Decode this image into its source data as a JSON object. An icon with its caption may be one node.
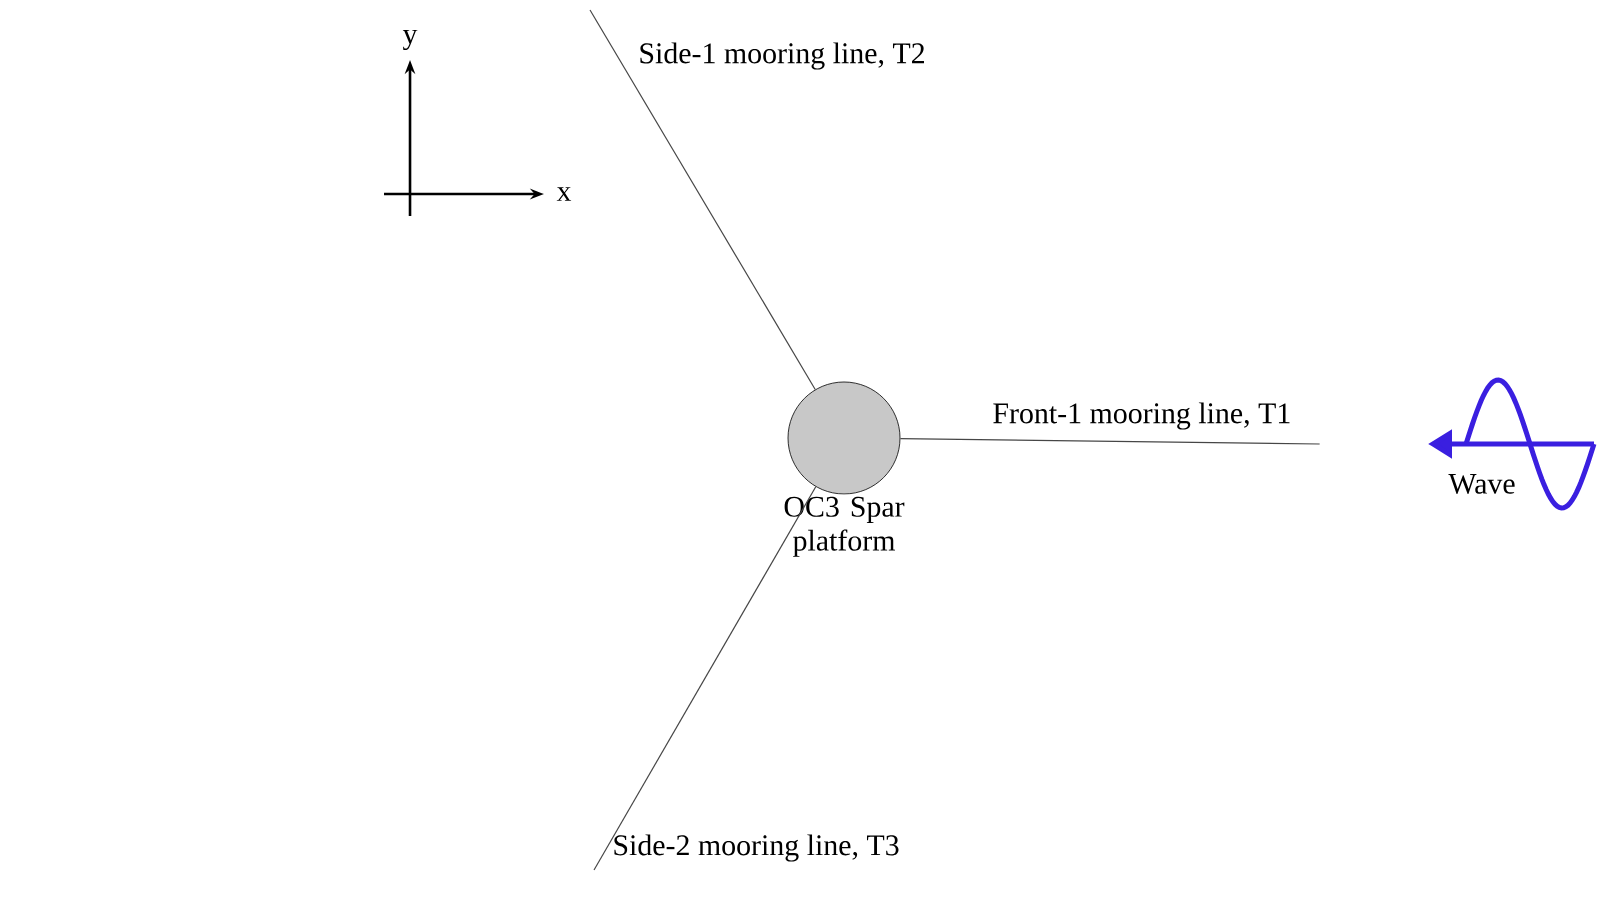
{
  "diagram": {
    "nodes": [
      {
        "text": [
          "OC3 Spar platform"
        ]
      },
      {
        "text": [
          "Side-1 mooring line, T2"
        ]
      },
      {
        "text": [
          "Front-1 mooring line, T1"
        ]
      },
      {
        "text": [
          "Side-2 mooring line, T3"
        ]
      }
    ],
    "edges": [
      {
        "from": 0,
        "to": 1,
        "arrow": "none"
      },
      {
        "from": 0,
        "to": 2,
        "arrow": "none"
      },
      {
        "from": 0,
        "to": 3,
        "arrow": "none"
      }
    ],
    "labels": [
      "y",
      "x",
      "Wave"
    ]
  }
}
